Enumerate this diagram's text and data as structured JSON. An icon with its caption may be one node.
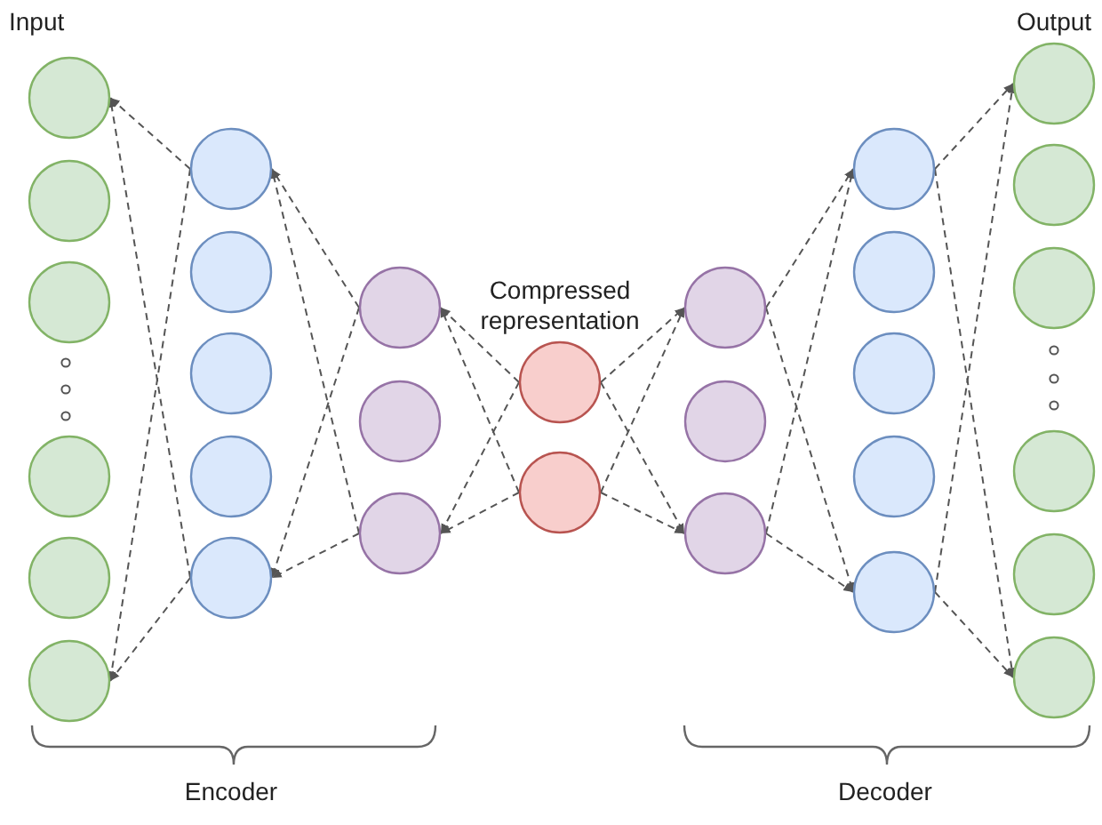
{
  "diagram": {
    "nodes": [
      {
        "text": [],
        "shape": "circle",
        "beside": [
          "Input"
        ]
      },
      {
        "text": [],
        "shape": "circle"
      },
      {
        "text": [],
        "shape": "circle"
      },
      {
        "text": [],
        "shape": "circle"
      },
      {
        "text": [],
        "shape": "circle"
      },
      {
        "text": [],
        "shape": "circle"
      },
      {
        "text": [],
        "shape": "circle"
      },
      {
        "text": [],
        "shape": "circle"
      },
      {
        "text": [],
        "shape": "circle"
      },
      {
        "text": [],
        "shape": "circle"
      },
      {
        "text": [],
        "shape": "circle"
      },
      {
        "text": [],
        "shape": "circle"
      },
      {
        "text": [],
        "shape": "circle"
      },
      {
        "text": [],
        "shape": "circle"
      },
      {
        "text": [],
        "shape": "circle"
      },
      {
        "text": [],
        "shape": "circle"
      },
      {
        "text": [],
        "shape": "circle"
      },
      {
        "text": [],
        "shape": "circle"
      },
      {
        "text": [],
        "shape": "circle"
      },
      {
        "text": [],
        "shape": "circle"
      },
      {
        "text": [],
        "shape": "circle"
      },
      {
        "text": [],
        "shape": "circle"
      },
      {
        "text": [],
        "shape": "circle"
      },
      {
        "text": [],
        "shape": "circle"
      },
      {
        "text": [],
        "shape": "circle",
        "beside": [
          "Output"
        ]
      },
      {
        "text": [],
        "shape": "circle"
      },
      {
        "text": [],
        "shape": "circle"
      },
      {
        "text": [],
        "shape": "circle"
      },
      {
        "text": [],
        "shape": "circle"
      },
      {
        "text": [],
        "shape": "circle"
      }
    ],
    "edges": [
      {
        "from": 6,
        "to": 0,
        "arrow": "to"
      },
      {
        "from": 6,
        "to": 5,
        "arrow": "to"
      },
      {
        "from": 10,
        "to": 0,
        "arrow": "to"
      },
      {
        "from": 10,
        "to": 5,
        "arrow": "to"
      },
      {
        "from": 11,
        "to": 6,
        "arrow": "to"
      },
      {
        "from": 11,
        "to": 10,
        "arrow": "to"
      },
      {
        "from": 13,
        "to": 6,
        "arrow": "to"
      },
      {
        "from": 13,
        "to": 10,
        "arrow": "to"
      },
      {
        "from": 14,
        "to": 11,
        "arrow": "to"
      },
      {
        "from": 14,
        "to": 13,
        "arrow": "to"
      },
      {
        "from": 15,
        "to": 11,
        "arrow": "to"
      },
      {
        "from": 15,
        "to": 13,
        "arrow": "to"
      },
      {
        "from": 14,
        "to": 16,
        "arrow": "to"
      },
      {
        "from": 14,
        "to": 18,
        "arrow": "to"
      },
      {
        "from": 15,
        "to": 16,
        "arrow": "to"
      },
      {
        "from": 15,
        "to": 18,
        "arrow": "to"
      },
      {
        "from": 16,
        "to": 19,
        "arrow": "to"
      },
      {
        "from": 16,
        "to": 23,
        "arrow": "to"
      },
      {
        "from": 18,
        "to": 19,
        "arrow": "to"
      },
      {
        "from": 18,
        "to": 23,
        "arrow": "to"
      },
      {
        "from": 19,
        "to": 24,
        "arrow": "to"
      },
      {
        "from": 19,
        "to": 29,
        "arrow": "to"
      },
      {
        "from": 23,
        "to": 24,
        "arrow": "to"
      },
      {
        "from": 23,
        "to": 29,
        "arrow": "to"
      }
    ],
    "labels": [
      "Compressed representation",
      "Encoder",
      "Decoder"
    ]
  }
}
